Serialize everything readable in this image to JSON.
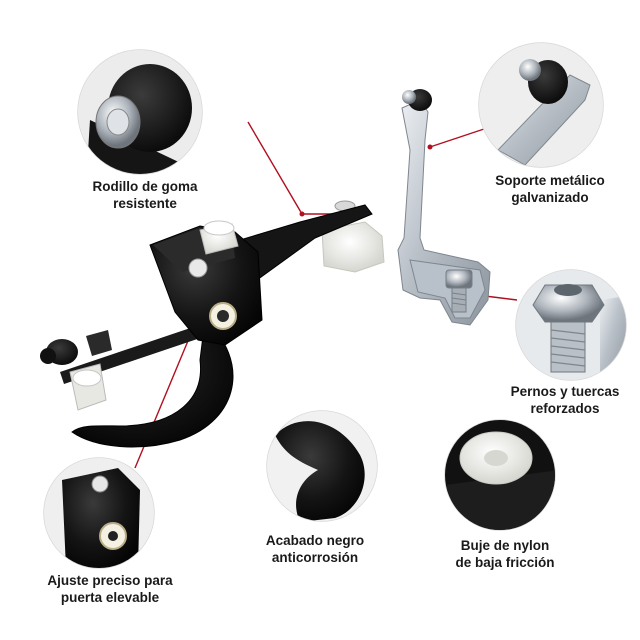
{
  "callouts": {
    "roller": {
      "line1": "Rodillo de goma",
      "line2": "resistente"
    },
    "bracket": {
      "line1": "Soporte metálico",
      "line2": "galvanizado"
    },
    "bolts": {
      "line1": "Pernos y tuercas",
      "line2": "reforzados"
    },
    "finish": {
      "line1": "Acabado negro",
      "line2": "anticorrosión"
    },
    "bushing": {
      "line1": "Buje de nylon",
      "line2": "de baja fricción"
    },
    "fit": {
      "line1": "Ajuste preciso para",
      "line2": "puerta elevable"
    }
  },
  "colors": {
    "leader_line": "#b01020",
    "circle_ring": "#d8d8d8",
    "part_black": "#141414",
    "metal": "#c9ced4",
    "nylon": "#f3f3f0"
  }
}
